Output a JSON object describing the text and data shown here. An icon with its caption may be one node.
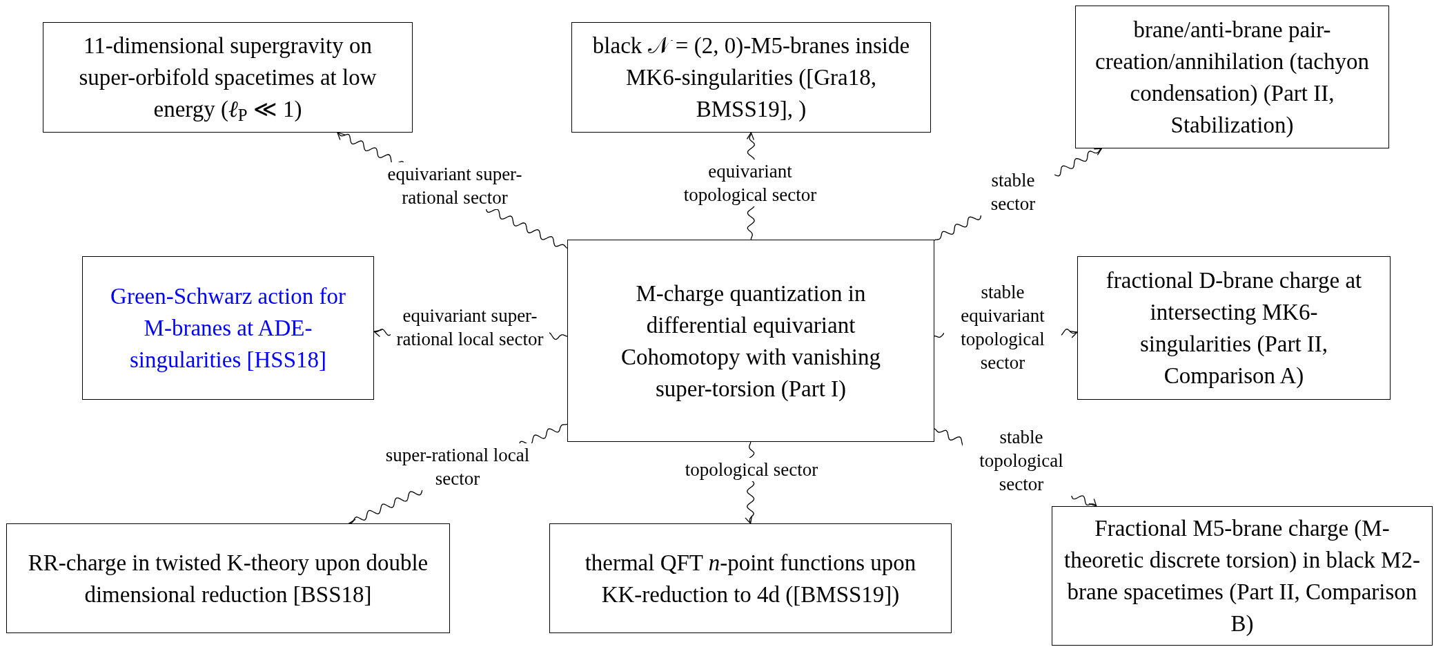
{
  "diagram": {
    "nodes": [
      {
        "text": [
          "M-charge quantization in differential equivariant Cohomotopy with vanishing super-torsion (Part I)"
        ]
      },
      {
        "text": [
          "11-dimensional supergravity on super-orbifold spacetimes at low energy (*ℓ*$_{P}$ ≪ 1)"
        ]
      },
      {
        "text": [
          "black 𝒩 = (2, 0)-M5-branes inside MK6-singularities ([Gra18, BMSS19], )"
        ]
      },
      {
        "text": [
          "brane/anti-brane pair-creation/annihilation (tachyon condensation) (Part II, Stabilization)"
        ]
      },
      {
        "text": [
          "Green-Schwarz action for M-branes at ADE-singularities [HSS18]"
        ]
      },
      {
        "text": [
          "fractional D-brane charge at intersecting MK6-singularities (Part II, Comparison A)"
        ]
      },
      {
        "text": [
          "RR-charge in twisted K-theory upon double dimensional reduction [BSS18]"
        ]
      },
      {
        "text": [
          "thermal QFT *n*-point functions upon KK-reduction to 4d ([BMSS19])"
        ]
      },
      {
        "text": [
          "Fractional M5-brane charge (M-theoretic discrete torsion) in black M2-brane spacetimes (Part II, Comparison B)"
        ]
      }
    ],
    "edges": [
      {
        "from": 0,
        "to": 1,
        "arrow": "to",
        "label": "equivariant super-rational sector"
      },
      {
        "from": 0,
        "to": 2,
        "arrow": "to",
        "label": "equivariant topological sector"
      },
      {
        "from": 0,
        "to": 3,
        "arrow": "to",
        "label": "stable sector"
      },
      {
        "from": 0,
        "to": 4,
        "arrow": "to",
        "label": "equivariant super-rational local sector"
      },
      {
        "from": 0,
        "to": 5,
        "arrow": "to",
        "label": "stable equivariant topological sector"
      },
      {
        "from": 0,
        "to": 6,
        "arrow": "to",
        "label": "super-rational local sector"
      },
      {
        "from": 0,
        "to": 7,
        "arrow": "to",
        "label": "topological sector"
      },
      {
        "from": 0,
        "to": 8,
        "arrow": "to",
        "label": "stable topological sector"
      }
    ]
  }
}
